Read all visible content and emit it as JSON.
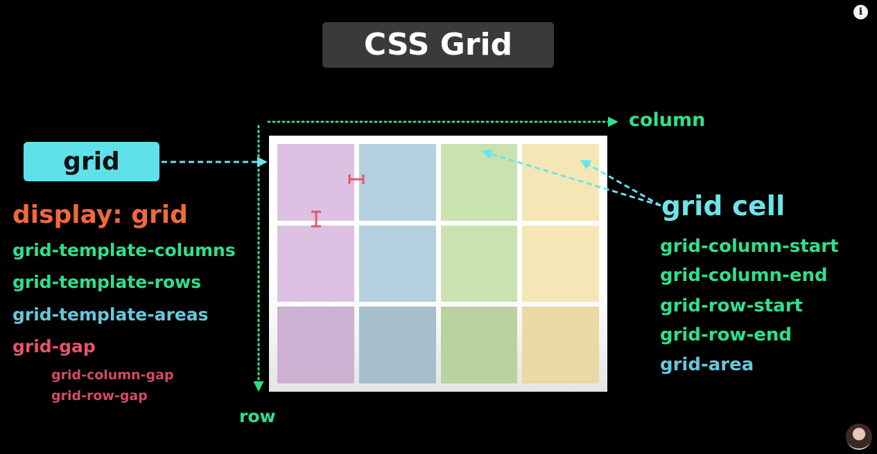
{
  "title": "CSS Grid",
  "info_icon": "info-icon",
  "container_label": "grid",
  "container_properties": {
    "display": "display: grid",
    "template_columns": "grid-template-columns",
    "template_rows": "grid-template-rows",
    "template_areas": "grid-template-areas",
    "gap": "grid-gap",
    "column_gap": "grid-column-gap",
    "row_gap": "grid-row-gap"
  },
  "cell_label": "grid cell",
  "cell_properties": {
    "column_start": "grid-column-start",
    "column_end": "grid-column-end",
    "row_start": "grid-row-start",
    "row_end": "grid-row-end",
    "area": "grid-area"
  },
  "axis": {
    "column": "column",
    "row": "row"
  },
  "grid": {
    "rows": 3,
    "columns": 4,
    "column_colors": [
      "#dcc1e2",
      "#b4d0de",
      "#c9e2b0",
      "#f4e7b5"
    ],
    "last_row_colors": [
      "#cdb1d2",
      "#a5bfcb",
      "#bad29f",
      "#e9d9a4"
    ]
  },
  "colors": {
    "title_bg": "#3a3a3a",
    "pill_bg": "#5fe1ea",
    "green": "#2ee08c",
    "cyan": "#65c8dc",
    "red": "#e8546a",
    "orange": "#f2683c"
  },
  "presenter_avatar": "avatar"
}
